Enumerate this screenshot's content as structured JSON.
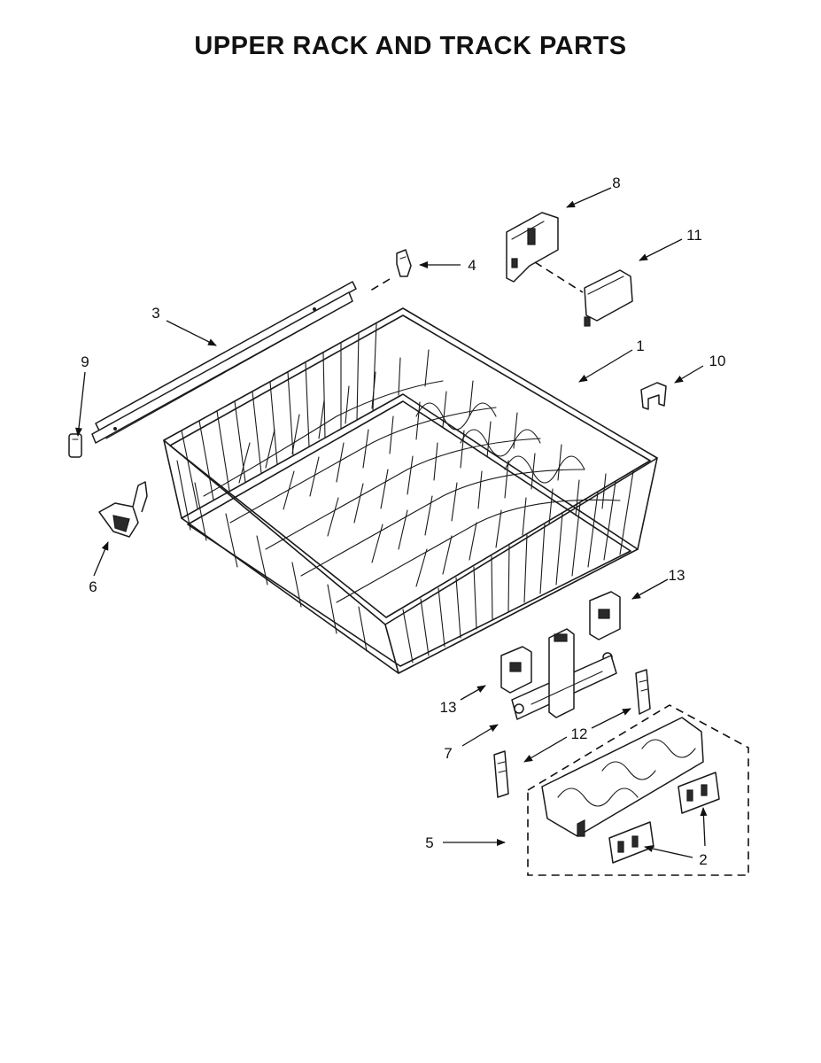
{
  "title": "UPPER RACK AND TRACK PARTS",
  "callouts": [
    {
      "id": "c1",
      "label": "1"
    },
    {
      "id": "c2",
      "label": "2"
    },
    {
      "id": "c3",
      "label": "3"
    },
    {
      "id": "c4",
      "label": "4"
    },
    {
      "id": "c5",
      "label": "5"
    },
    {
      "id": "c6",
      "label": "6"
    },
    {
      "id": "c7",
      "label": "7"
    },
    {
      "id": "c8",
      "label": "8"
    },
    {
      "id": "c9",
      "label": "9"
    },
    {
      "id": "c10",
      "label": "10"
    },
    {
      "id": "c11",
      "label": "11"
    },
    {
      "id": "c12",
      "label": "12"
    },
    {
      "id": "c13a",
      "label": "13"
    },
    {
      "id": "c13b",
      "label": "13"
    }
  ]
}
